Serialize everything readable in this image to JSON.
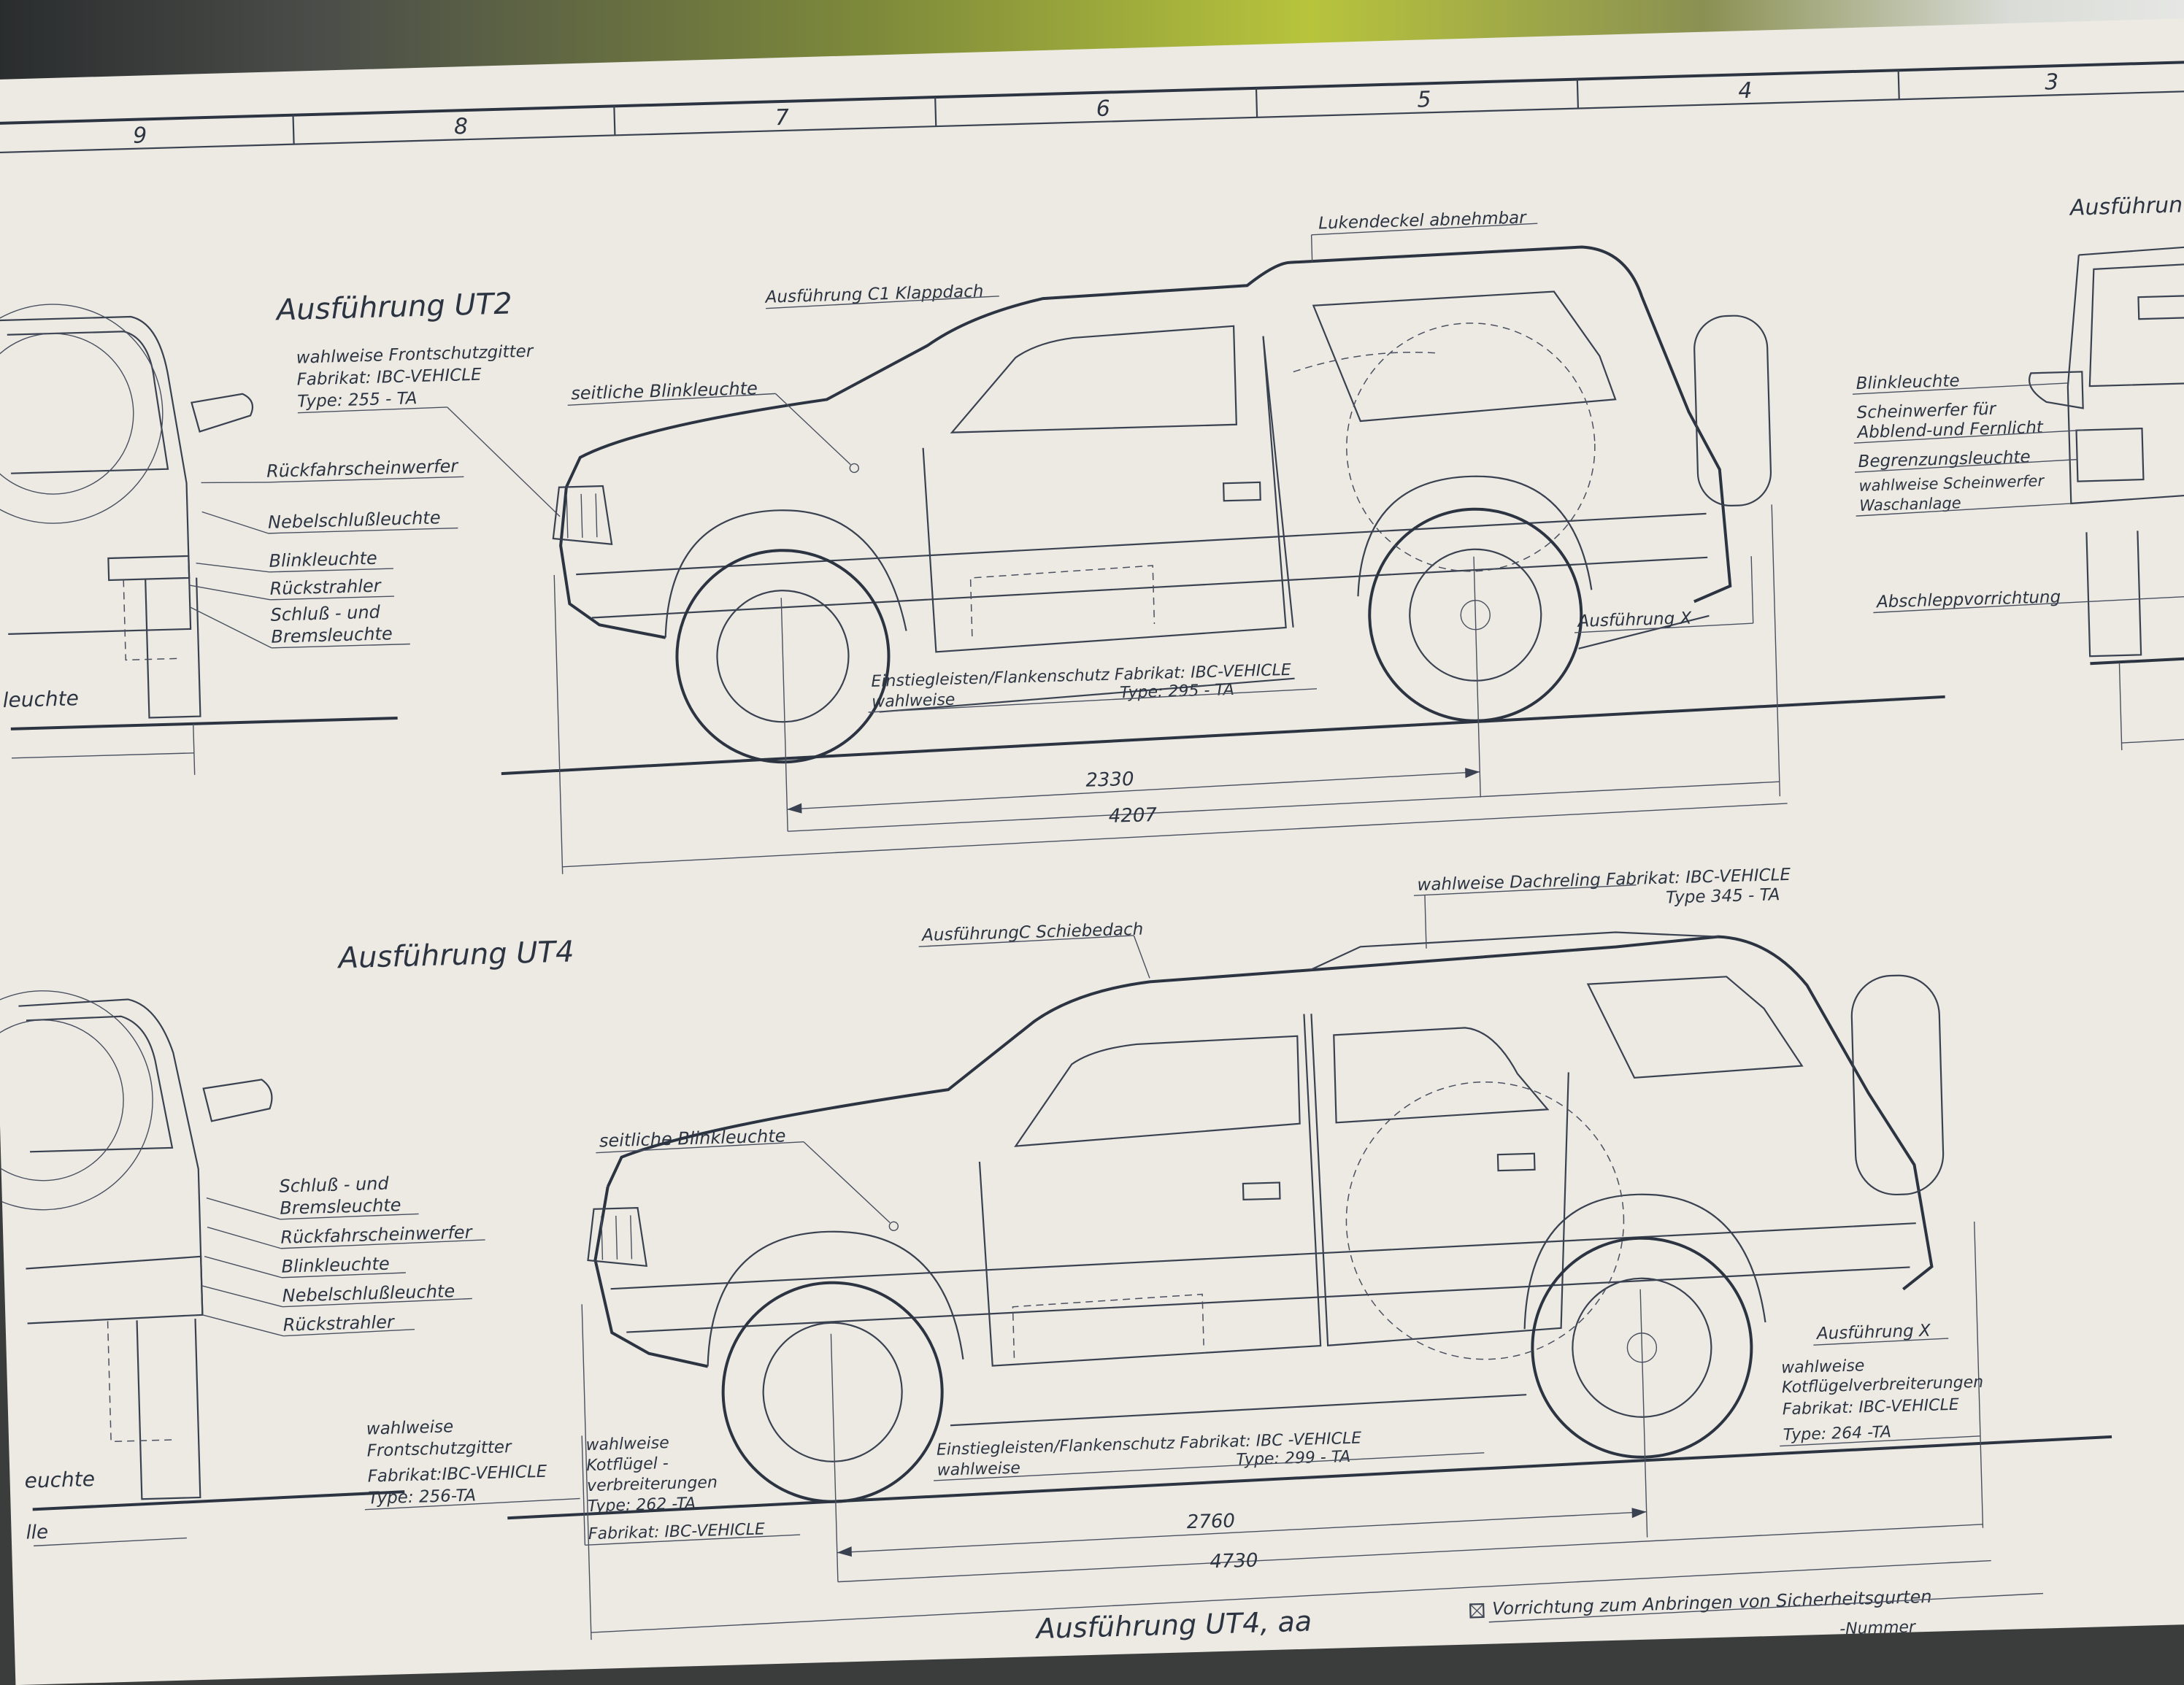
{
  "frame": {
    "columns": [
      "9",
      "8",
      "7",
      "6",
      "5",
      "4",
      "3"
    ]
  },
  "ut2": {
    "title": "Ausführung  UT2",
    "labels": {
      "frontschutz": [
        "wahlweise Frontschutzgitter",
        "Fabrikat: IBC-VEHICLE",
        "Type: 255 - TA"
      ],
      "c1": "Ausführung C1 Klappdach",
      "lukendeckel": "Lukendeckel abnehmbar",
      "blink": "seitliche Blinkleuchte",
      "einstieg": [
        "Einstiegleisten/Flankenschutz Fabrikat: IBC-VEHICLE",
        "wahlweise",
        "Type: 295 - TA"
      ],
      "ausfx": "Ausführung X"
    },
    "dims": {
      "wheelbase": "2330",
      "length": "4207"
    },
    "rear_labels": [
      "Rückfahrscheinwerfer",
      "Nebelschlußleuchte",
      "Blinkleuchte",
      "Rückstrahler",
      "Schluß - und",
      "Bremsleuchte"
    ],
    "left_cut": "leuchte"
  },
  "ut4": {
    "title": "Ausführung  UT4",
    "labels": {
      "schiebedach": "AusführungC Schiebedach",
      "dachreling": [
        "wahlweise Dachreling  Fabrikat: IBC-VEHICLE",
        "Type 345 - TA"
      ],
      "blink": "seitliche Blinkleuchte",
      "frontschutz": [
        "wahlweise",
        "Frontschutzgitter",
        "Fabrikat:IBC-VEHICLE",
        "Type: 256-TA"
      ],
      "kotfluegel_front": [
        "wahlweise",
        "Kotflügel -",
        "verbreiterungen",
        "Type: 262 -TA",
        "Fabrikat: IBC-VEHICLE"
      ],
      "einstieg": [
        "Einstiegleisten/Flankenschutz  Fabrikat: IBC -VEHICLE",
        "wahlweise",
        "Type: 299 - TA"
      ],
      "ausfx": "Ausführung X",
      "kotfluegel_rear": [
        "wahlweise",
        "Kotflügelverbreiterungen",
        "Fabrikat: IBC-VEHICLE",
        "Type: 264 -TA"
      ]
    },
    "dims": {
      "wheelbase": "2760",
      "length": "4730"
    },
    "rear_labels": [
      "Schluß - und",
      "Bremsleuchte",
      "Rückfahrscheinwerfer",
      "Blinkleuchte",
      "Nebelschlußleuchte",
      "Rückstrahler"
    ],
    "left_cut": "euchte",
    "left_cut2": "lle"
  },
  "front_view": {
    "title": "Ausführun",
    "labels": [
      "Blinkleuchte",
      "Scheinwerfer  für",
      "Abblend-und Fernlicht",
      "Begrenzungsleuchte",
      "wahlweise Scheinwerfer",
      "Waschanlage",
      "Abschleppvorrichtung"
    ]
  },
  "bottom": {
    "title": "Ausführung  UT4, aa",
    "note": "Vorrichtung  zum Anbringen  von Sicherheitsgurten",
    "note2": "-Nummer"
  },
  "colors": {
    "paper": "#eceae3",
    "ink": "#2c3442",
    "background": "#3a3d3c"
  }
}
